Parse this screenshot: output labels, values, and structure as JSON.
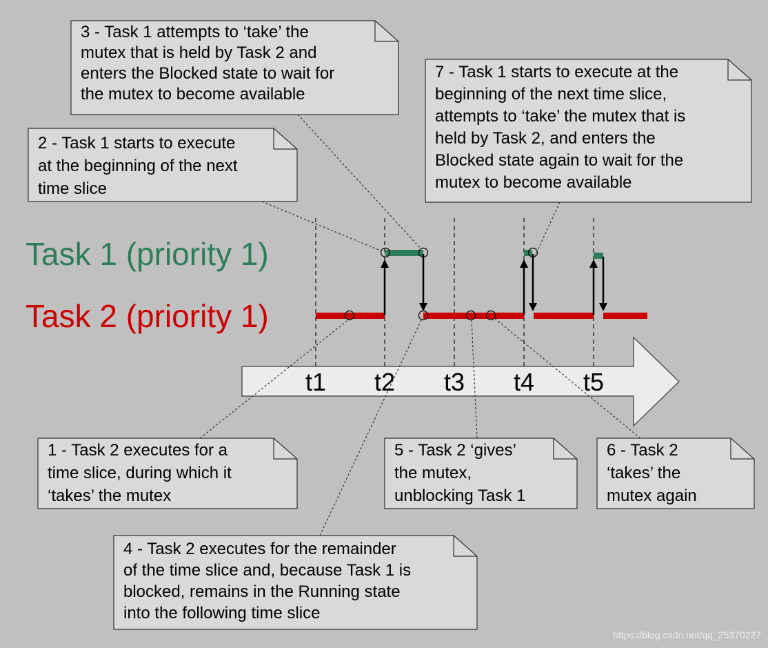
{
  "colors": {
    "background": "#c0c0c0",
    "task1": "#2e7d5a",
    "task2": "#cc0000",
    "note_fill": "#d9d9d9",
    "arrow_fill": "#ececec"
  },
  "tasks": [
    {
      "label": "Task 1 (priority 1)",
      "color": "#2e7d5a"
    },
    {
      "label": "Task 2 (priority 1)",
      "color": "#cc0000"
    }
  ],
  "time_ticks": [
    "t1",
    "t2",
    "t3",
    "t4",
    "t5"
  ],
  "notes": [
    {
      "id": "1",
      "lines": [
        "1 - Task 2 executes for a",
        "time slice, during which it",
        "‘takes’ the mutex"
      ]
    },
    {
      "id": "2",
      "lines": [
        "2 - Task 1 starts to execute",
        "at the beginning of the next",
        "time slice"
      ]
    },
    {
      "id": "3",
      "lines": [
        "3 - Task 1 attempts to ‘take’ the",
        "mutex that is held by Task 2 and",
        "enters the Blocked state to wait for",
        "the mutex to become available"
      ]
    },
    {
      "id": "4",
      "lines": [
        "4 - Task 2 executes for the remainder",
        "of the time slice and, because Task 1 is",
        "blocked, remains in the Running state",
        "into the following time slice"
      ]
    },
    {
      "id": "5",
      "lines": [
        "5 - Task 2 ‘gives’",
        "the mutex,",
        "unblocking Task 1"
      ]
    },
    {
      "id": "6",
      "lines": [
        "6 - Task 2",
        "‘takes’ the",
        "mutex again"
      ]
    },
    {
      "id": "7",
      "lines": [
        "7 - Task 1 starts to execute at the",
        "beginning of the next time slice,",
        "attempts to ‘take’ the mutex that is",
        "held by Task 2, and enters the",
        "Blocked state again to wait for the",
        "mutex to become available"
      ]
    }
  ],
  "watermark": "https://blog.csdn.net/qq_25370227"
}
